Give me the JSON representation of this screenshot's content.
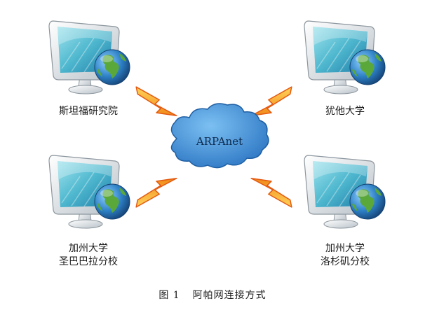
{
  "network": {
    "center_label": "ARPAnet",
    "nodes": [
      {
        "id": "stanford",
        "lines": [
          "斯坦福研究院"
        ]
      },
      {
        "id": "utah",
        "lines": [
          "犹他大学"
        ]
      },
      {
        "id": "ucsb",
        "lines": [
          "加州大学",
          "圣巴巴拉分校"
        ]
      },
      {
        "id": "ucla",
        "lines": [
          "加州大学",
          "洛杉矶分校"
        ]
      }
    ]
  },
  "caption": {
    "number": "图 1",
    "text": "阿帕网连接方式"
  },
  "colors": {
    "cloud_fill": "#3d8fd8",
    "cloud_edge": "#1f5fa3",
    "bolt_fill": "#f4a020",
    "bolt_edge": "#e35a12",
    "screen": "#5fc3d6",
    "monitor_body": "#e8ecef",
    "globe_ocean": "#2c7fc4",
    "globe_land": "#5aa83a"
  }
}
